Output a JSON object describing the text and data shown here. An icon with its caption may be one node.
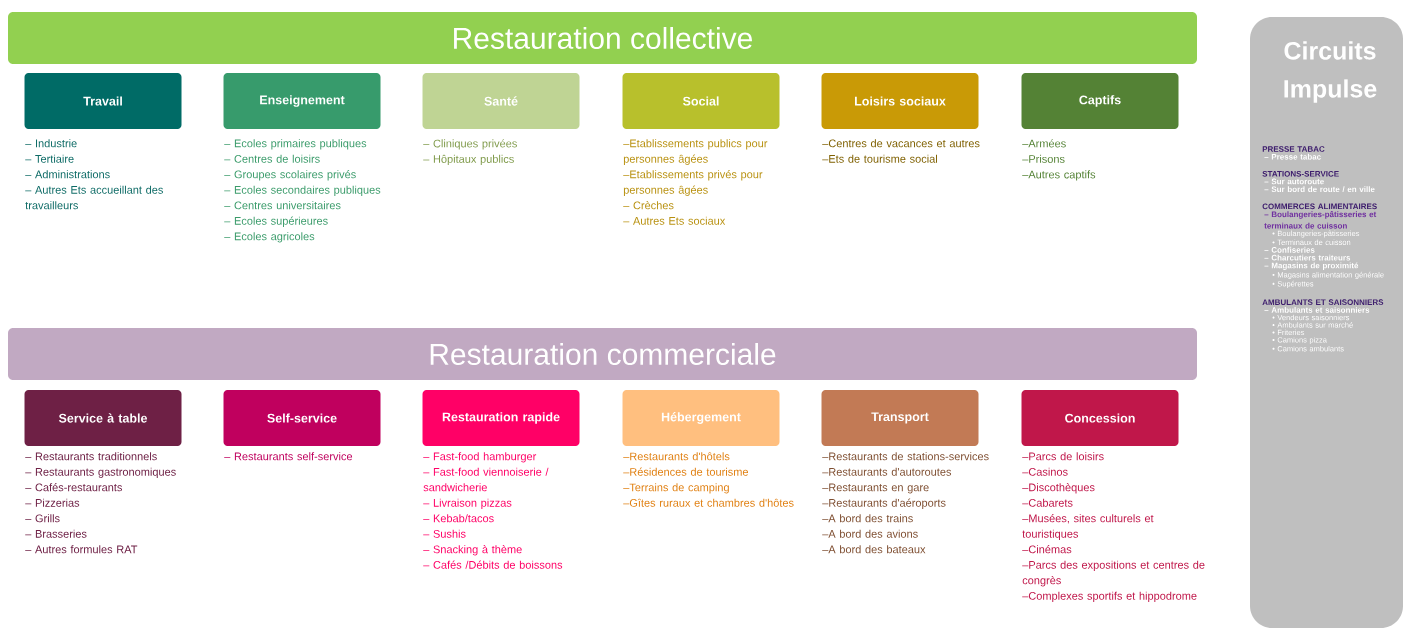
{
  "diagram": {
    "nodes": [
      {
        "text": [
          "Restauration collective"
        ]
      },
      {
        "text": [
          "Travail"
        ],
        "beside": [
          "– Industrie",
          "– Tertiaire",
          "– Administrations",
          "– Autres Ets accueillant des travailleurs"
        ]
      },
      {
        "text": [
          "Enseignement"
        ],
        "beside": [
          "– Ecoles primaires publiques",
          "– Centres de loisirs",
          "– Groupes scolaires privés",
          "– Ecoles secondaires publiques",
          "– Centres universitaires",
          "– Ecoles supérieures",
          "– Ecoles agricoles"
        ]
      },
      {
        "text": [
          "Santé"
        ],
        "beside": [
          "– Cliniques privées",
          "– Hôpitaux publics"
        ]
      },
      {
        "text": [
          "Social"
        ],
        "beside": [
          "–Etablissements publics pour personnes âgées",
          "–Etablissements privés pour personnes âgées",
          "– Crèches",
          "– Autres Ets sociaux"
        ]
      },
      {
        "text": [
          "Loisirs sociaux"
        ],
        "beside": [
          "–Centres de vacances et autres",
          "–Ets de tourisme social"
        ]
      },
      {
        "text": [
          "Captifs"
        ],
        "beside": [
          "–Armées",
          "–Prisons",
          "–Autres captifs"
        ]
      },
      {
        "text": [
          "Restauration commerciale"
        ]
      },
      {
        "text": [
          "Service à table"
        ],
        "beside": [
          "– Restaurants traditionnels",
          "– Restaurants gastronomiques",
          "– Cafés-restaurants",
          "– Pizzerias",
          "– Grills",
          "– Brasseries",
          "– Autres formules RAT"
        ]
      },
      {
        "text": [
          "Self-service"
        ],
        "beside": [
          "– Restaurants self-service"
        ]
      },
      {
        "text": [
          "Restauration rapide"
        ],
        "beside": [
          "– Fast-food hamburger",
          "– Fast-food viennoiserie / sandwicherie",
          "– Livraison pizzas",
          "– Kebab/tacos",
          "– Sushis",
          "– Snacking à thème",
          "– Cafés /Débits de boissons"
        ]
      },
      {
        "text": [
          "Hébergement"
        ],
        "beside": [
          "–Restaurants d'hôtels",
          "–Résidences de tourisme",
          "–Terrains de camping",
          "–Gîtes ruraux et chambres d'hôtes"
        ]
      },
      {
        "text": [
          "Transport"
        ],
        "beside": [
          "–Restaurants de stations-services",
          "–Restaurants d'autoroutes",
          "–Restaurants en gare",
          "–Restaurants d'aéroports",
          "–A bord des trains",
          "–A bord des avions",
          "–A bord des bateaux"
        ]
      },
      {
        "text": [
          "Concession"
        ],
        "beside": [
          "–Parcs de loisirs",
          "–Casinos",
          "–Discothèques",
          "–Cabarets",
          "–Musées, sites culturels et touristiques",
          "–Cinémas",
          "–Parcs des expositions et centres de congrès",
          "–Complexes sportifs et hippodrome"
        ]
      },
      {
        "text": [
          "Circuits Impulse",
          "PRESSE TABAC",
          "– Presse tabac",
          "STATIONS-SERVICE",
          "– Sur autoroute",
          "– Sur bord de route / en ville",
          "COMMERCES ALIMENTAIRES",
          "– Boulangeries-pâtisseries et terminaux de cuisson",
          "• Boulangeries-pâtisseries",
          "• Terminaux de cuisson",
          "– Confiseries",
          "– Charcutiers traiteurs",
          "– Magasins de proximité",
          "• Magasins alimentation générale",
          "• Supérettes",
          "AMBULANTS ET SAISONNIERS",
          "– Ambulants et saisonniers",
          "• Vendeurs saisonniers",
          "• Ambulants sur marché",
          "• Friteries",
          "• Camions pizza",
          "• Camions ambulants"
        ]
      }
    ]
  }
}
